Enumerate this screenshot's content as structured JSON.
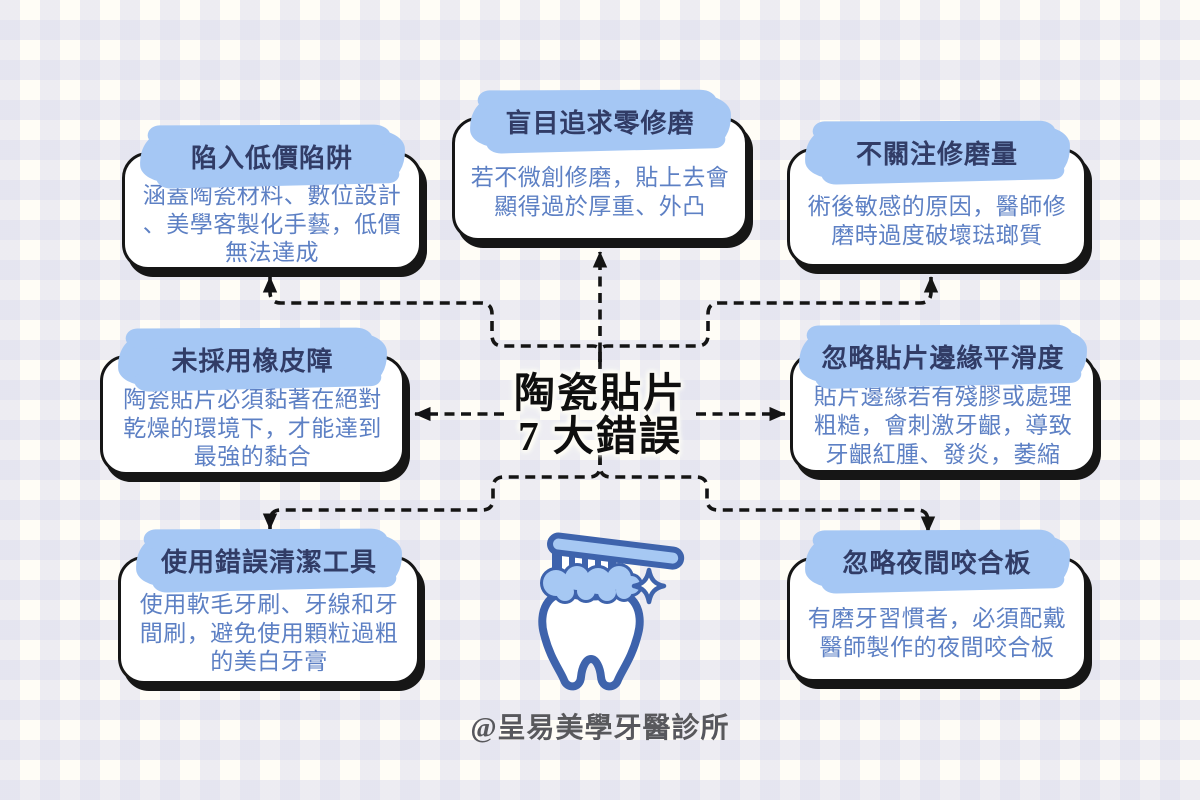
{
  "center": {
    "title_line1": "陶瓷貼片",
    "title_line2": "7 大錯誤"
  },
  "boxes": [
    {
      "position": "top-left",
      "title": "陷入低價陷阱",
      "body": "涵蓋陶瓷材料、數位設計、美學客製化手藝，低價無法達成"
    },
    {
      "position": "top-center",
      "title": "盲目追求零修磨",
      "body": "若不微創修磨，貼上去會顯得過於厚重、外凸"
    },
    {
      "position": "top-right",
      "title": "不關注修磨量",
      "body": "術後敏感的原因，醫師修磨時過度破壞琺瑯質"
    },
    {
      "position": "mid-left",
      "title": "未採用橡皮障",
      "body": "陶瓷貼片必須黏著在絕對乾燥的環境下，才能達到最強的黏合"
    },
    {
      "position": "mid-right",
      "title": "忽略貼片邊緣平滑度",
      "body": "貼片邊緣若有殘膠或處理粗糙，會刺激牙齦，導致牙齦紅腫、發炎，萎縮"
    },
    {
      "position": "bottom-left",
      "title": "使用錯誤清潔工具",
      "body": "使用軟毛牙刷、牙線和牙間刷，避免使用顆粒過粗的美白牙膏"
    },
    {
      "position": "bottom-right",
      "title": "忽略夜間咬合板",
      "body": "有磨牙習慣者，必須配戴醫師製作的夜間咬合板"
    }
  ],
  "footer": {
    "credit": "@呈易美學牙醫診所"
  },
  "icons": {
    "tooth": "tooth-brushing-icon",
    "toothbrush": "toothbrush-icon",
    "sparkle": "sparkle-icon"
  },
  "colors": {
    "background_base": "#fffdf6",
    "plaid_stripe": "#dedfee",
    "card_border": "#161616",
    "highlight_blue": "#a5c7f4",
    "title_navy": "#313c66",
    "body_blue": "#5d80c4",
    "center_title_black": "#0e0e0e",
    "icon_outline_blue": "#3e63ac",
    "icon_fill_light_blue": "#a6c8f3",
    "credit_gray": "#58585c",
    "connector_black": "#141414"
  }
}
